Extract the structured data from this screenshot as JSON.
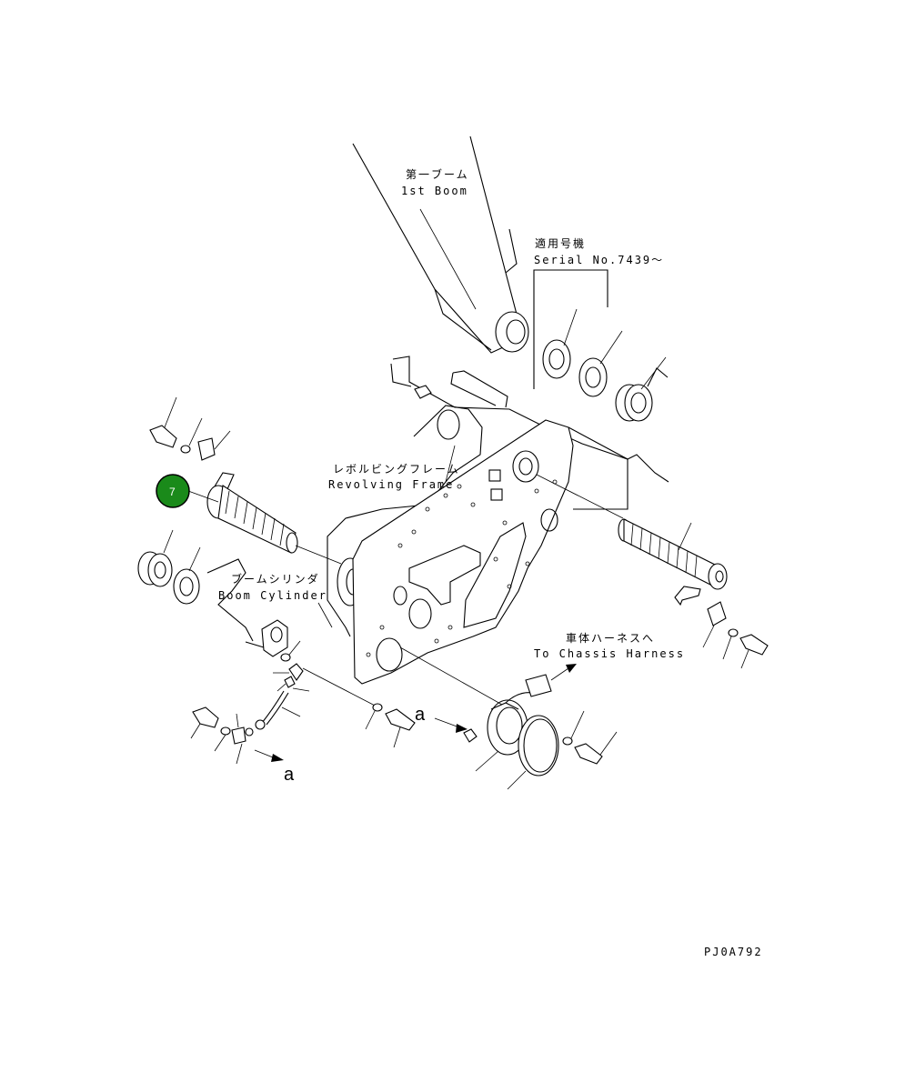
{
  "labels": {
    "boom_jp": "第一ブーム",
    "boom_en": "1st Boom",
    "serial_jp": "適用号機",
    "serial_en": "Serial No.7439～",
    "frame_jp": "レボルビングフレーム",
    "frame_en": "Revolving Frame",
    "cylinder_jp": "ブームシリンダ",
    "cylinder_en": "Boom Cylinder",
    "harness_jp": "車体ハーネスへ",
    "harness_en": "To Chassis Harness",
    "ref_a_upper": "a",
    "ref_a_lower": "a",
    "drawing_code": "PJ0A792"
  },
  "callout": {
    "number": "7",
    "color": "#1a8a1a"
  }
}
